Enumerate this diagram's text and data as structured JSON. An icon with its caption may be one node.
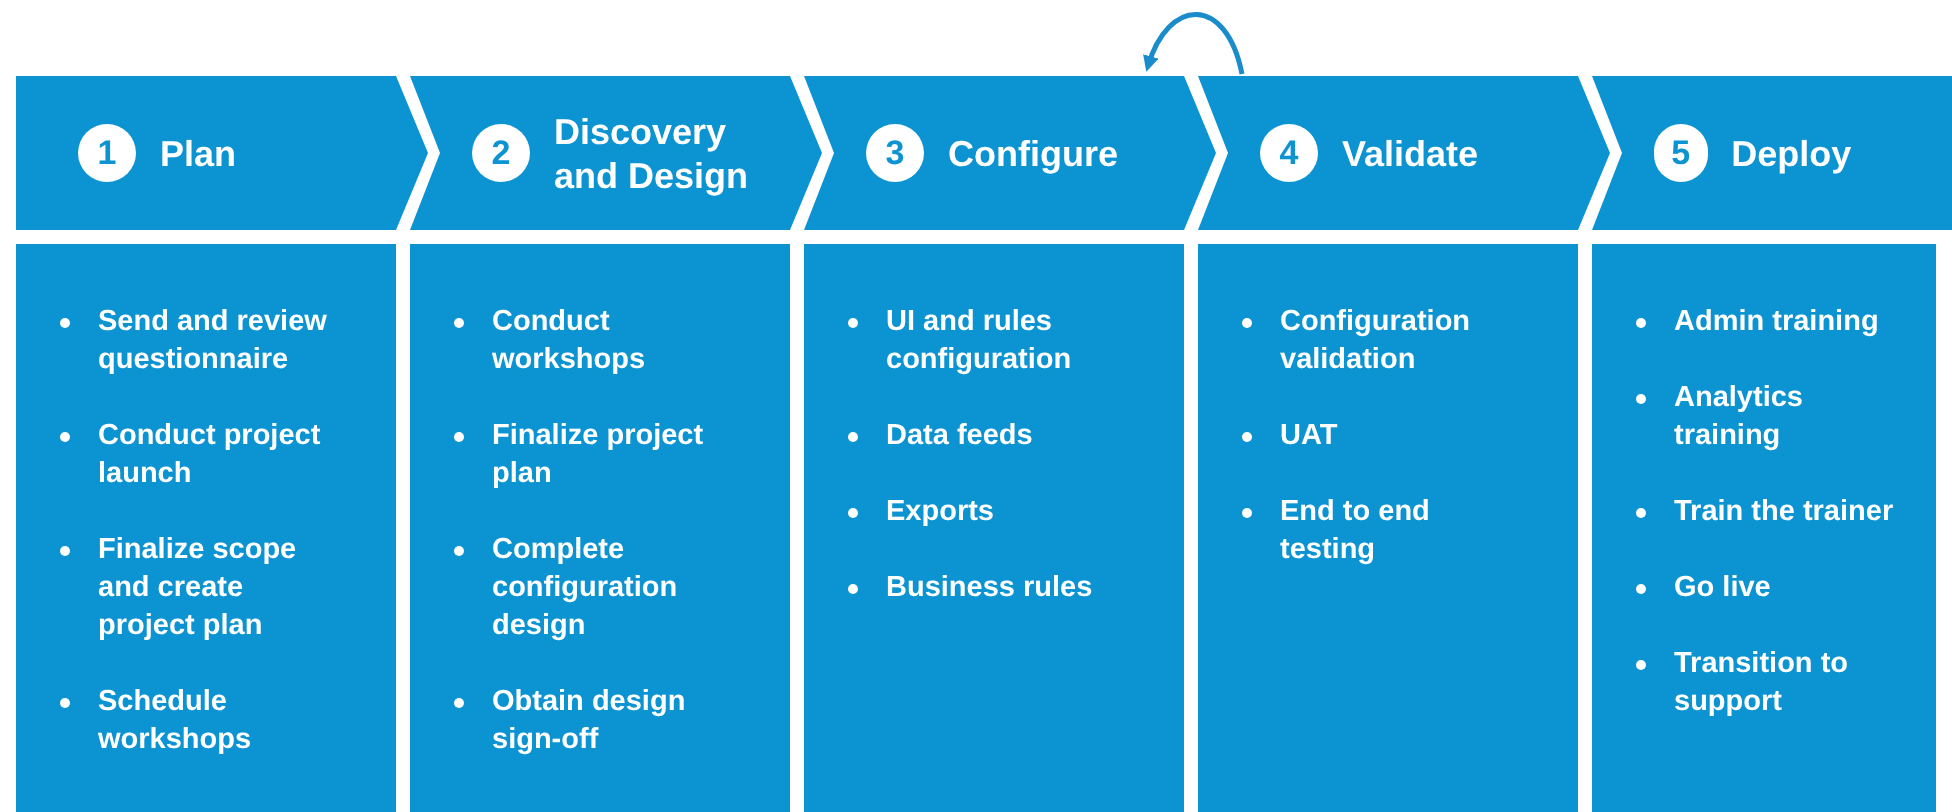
{
  "diagram": {
    "nodes": [
      {
        "text": [
          "Plan"
        ]
      },
      {
        "text": [
          "1"
        ],
        "in": 0
      },
      {
        "text": [
          "Discovery and Design"
        ]
      },
      {
        "text": [
          "2"
        ],
        "in": 2
      },
      {
        "text": [
          "Configure"
        ]
      },
      {
        "text": [
          "3"
        ],
        "in": 4
      },
      {
        "text": [
          "Validate"
        ]
      },
      {
        "text": [
          "4"
        ],
        "in": 6
      },
      {
        "text": [
          "Deploy"
        ]
      },
      {
        "text": [
          "5"
        ],
        "in": 8
      },
      {
        "text": [
          "Send and review questionnaire",
          "Conduct project launch",
          "Finalize scope and create project plan",
          "Schedule workshops"
        ]
      },
      {
        "text": [
          "Conduct workshops",
          "Finalize project plan",
          "Complete configuration design",
          "Obtain design sign-off"
        ]
      },
      {
        "text": [
          "UI and rules configuration",
          "Data feeds",
          "Exports",
          "Business rules"
        ]
      },
      {
        "text": [
          "Configuration validation",
          "UAT",
          "End to end testing"
        ]
      },
      {
        "text": [
          "Admin training",
          "Analytics training",
          "Train the trainer",
          "Go live",
          "Transition to support"
        ]
      }
    ],
    "edges": [
      {
        "from": 6,
        "to": 4,
        "arrow": "to"
      }
    ]
  }
}
